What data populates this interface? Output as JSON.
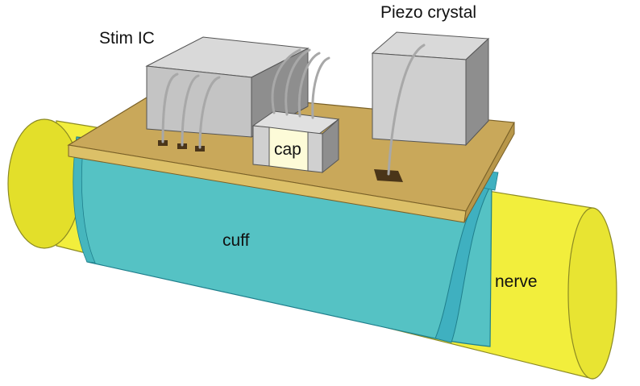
{
  "labels": {
    "stim_ic": "Stim IC",
    "piezo_crystal": "Piezo crystal",
    "cap": "cap",
    "cuff": "cuff",
    "nerve": "nerve"
  },
  "colors": {
    "nerve": "#f2ee3c",
    "nerve_end": "#e3df2a",
    "cuff": "#55c2c4",
    "cuff_edge": "#2f9fae",
    "board_top": "#c9a85a",
    "board_front": "#d9bc63",
    "chip_front": "#c4c4c4",
    "chip_side": "#8e8e8e",
    "chip_top": "#d9d9d9",
    "cap_body": "#fdfbd8",
    "wire": "#b5b5b5",
    "pad": "#4a3519"
  }
}
